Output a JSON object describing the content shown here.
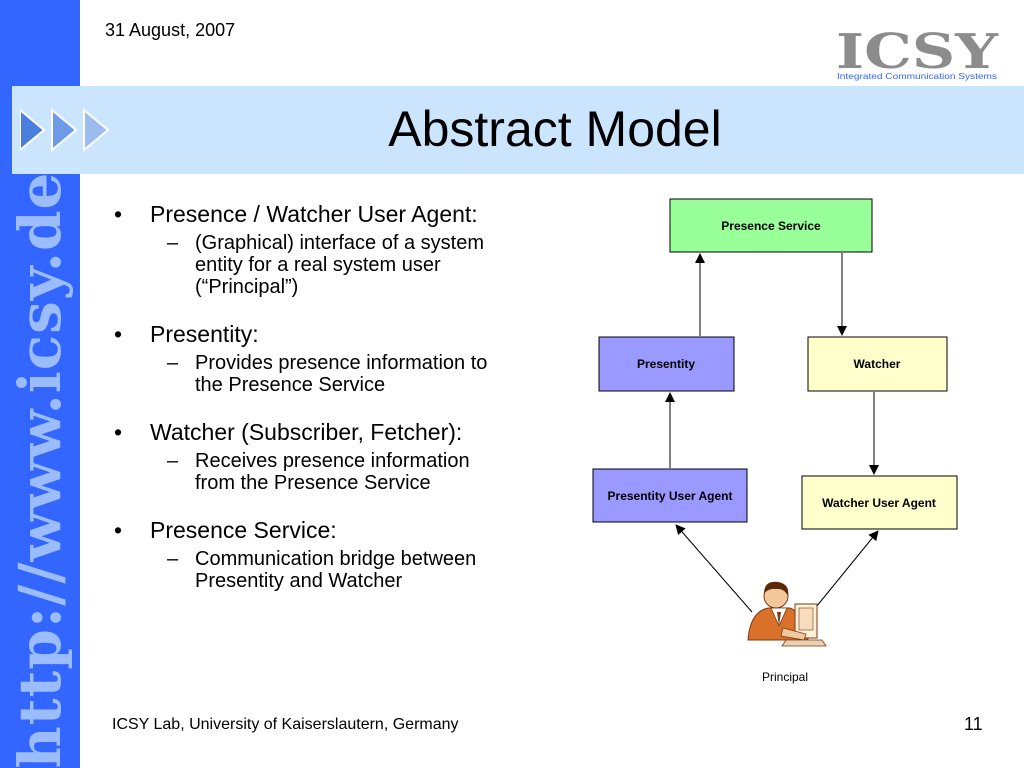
{
  "header": {
    "date": "31 August, 2007",
    "title": "Abstract Model",
    "logo_text": "ICSY",
    "logo_subtitle": "Integrated Communication Systems"
  },
  "sidebar": {
    "url": "http://www.icsy.de"
  },
  "bullets": [
    {
      "label": "Presence / Watcher User Agent:",
      "sub": [
        "(Graphical) interface of a system",
        "entity for a real system user",
        "(“Principal”)"
      ]
    },
    {
      "label": "Presentity:",
      "sub": [
        "Provides presence information to",
        "the Presence Service"
      ]
    },
    {
      "label": "Watcher (Subscriber, Fetcher):",
      "sub": [
        "Receives presence information",
        "from the Presence Service"
      ]
    },
    {
      "label": "Presence Service:",
      "sub": [
        "Communication bridge between",
        "Presentity and Watcher"
      ]
    }
  ],
  "diagram": {
    "presence_service": "Presence Service",
    "presentity": "Presentity",
    "watcher": "Watcher",
    "presentity_user_agent": "Presentity User Agent",
    "watcher_user_agent": "Watcher User Agent",
    "principal": "Principal",
    "colors": {
      "service": "#99ff99",
      "presentity": "#9999ff",
      "watcher": "#ffffcc"
    }
  },
  "footer": {
    "lab": "ICSY Lab, University of Kaiserslautern, Germany",
    "page": "11"
  }
}
